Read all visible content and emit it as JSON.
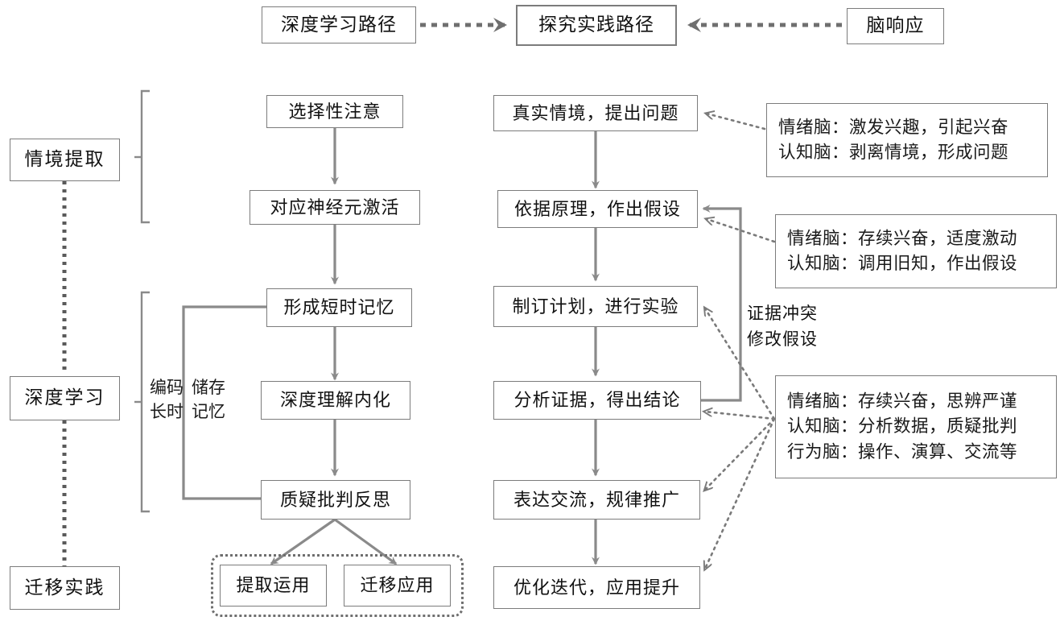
{
  "header": {
    "boxes": [
      {
        "label": "深度学习路径"
      },
      {
        "label": "探究实践路径"
      },
      {
        "label": "脑响应"
      }
    ]
  },
  "stages": [
    {
      "label": "情境提取"
    },
    {
      "label": "深度学习"
    },
    {
      "label": "迁移实践"
    }
  ],
  "bracket_labels": {
    "encode": "编码\n长时",
    "encode_l1": "编码",
    "encode_l2": "长时",
    "store_l1": "储存",
    "store_l2": "记忆"
  },
  "learning_path": {
    "nodes": [
      {
        "label": "选择性注意"
      },
      {
        "label": "对应神经元激活"
      },
      {
        "label": "形成短时记忆"
      },
      {
        "label": "深度理解内化"
      },
      {
        "label": "质疑批判反思"
      }
    ],
    "outcomes": [
      {
        "label": "提取运用"
      },
      {
        "label": "迁移应用"
      }
    ]
  },
  "inquiry_path": {
    "nodes": [
      {
        "label": "真实情境，提出问题"
      },
      {
        "label": "依据原理，作出假设"
      },
      {
        "label": "制订计划，进行实验"
      },
      {
        "label": "分析证据，得出结论"
      },
      {
        "label": "表达交流，规律推广"
      },
      {
        "label": "优化迭代，应用提升"
      }
    ]
  },
  "feedback_label": {
    "line1": "证据冲突",
    "line2": "修改假设"
  },
  "brain_annotations": [
    {
      "lines": [
        "情绪脑：激发兴趣，引起兴奋",
        "认知脑：剥离情境，形成问题"
      ]
    },
    {
      "lines": [
        "情绪脑：存续兴奋，适度激动",
        "认知脑：调用旧知，作出假设"
      ]
    },
    {
      "lines": [
        "情绪脑：存续兴奋，思辨严谨",
        "认知脑：分析数据，质疑批判",
        "行为脑：操作、演算、交流等"
      ]
    }
  ],
  "colors": {
    "stroke": "#7c7c7c",
    "arrow": "#8a8a8a",
    "dotted": "#6e6e6e",
    "text": "#111111",
    "background": "#ffffff"
  }
}
